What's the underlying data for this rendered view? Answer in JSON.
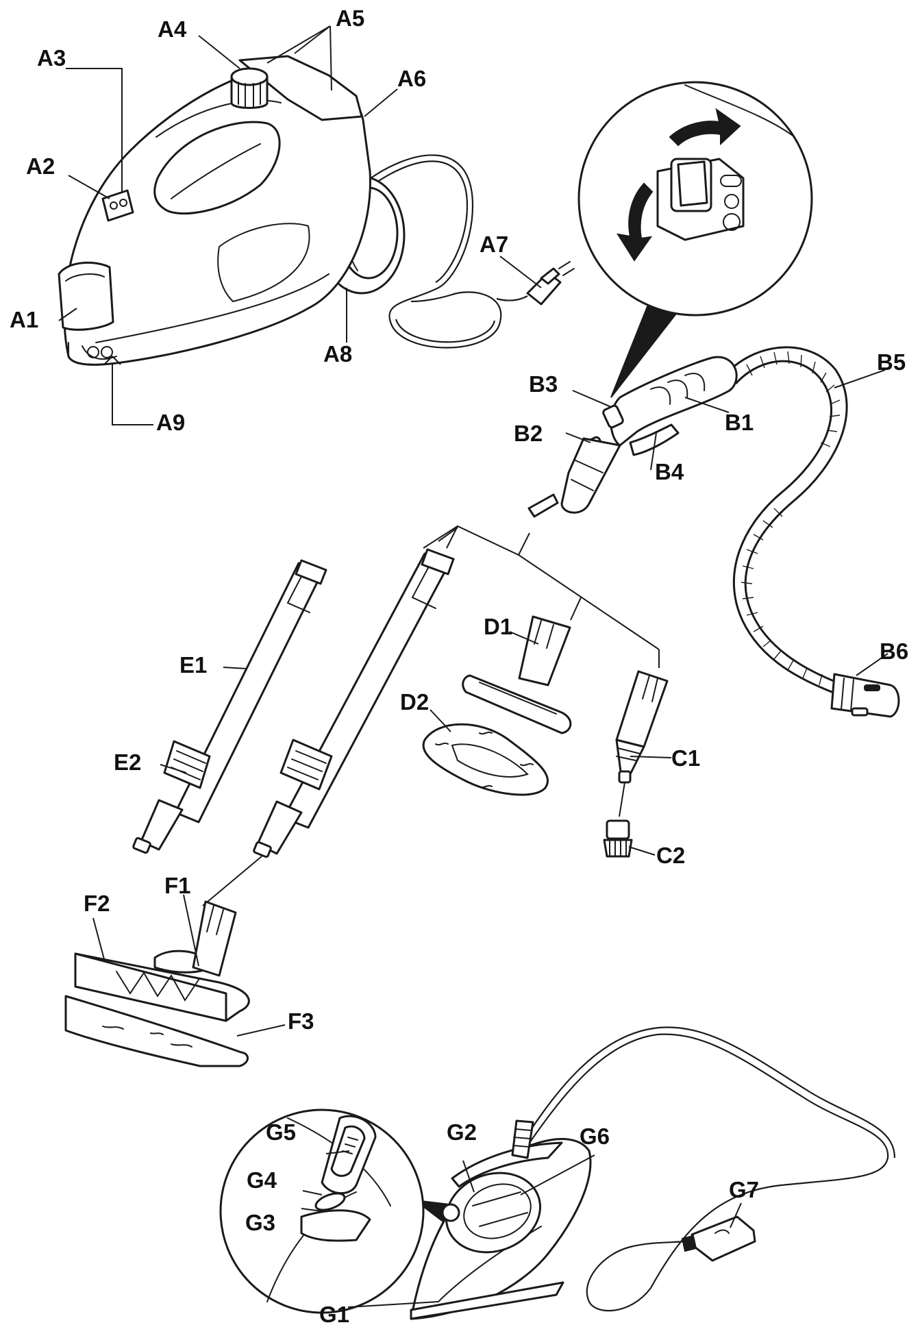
{
  "labels": {
    "A1": "A1",
    "A2": "A2",
    "A3": "A3",
    "A4": "A4",
    "A5": "A5",
    "A6": "A6",
    "A7": "A7",
    "A8": "A8",
    "A9": "A9",
    "B1": "B1",
    "B2": "B2",
    "B3": "B3",
    "B4": "B4",
    "B5": "B5",
    "B6": "B6",
    "C1": "C1",
    "C2": "C2",
    "D1": "D1",
    "D2": "D2",
    "E1": "E1",
    "E2": "E2",
    "F1": "F1",
    "F2": "F2",
    "F3": "F3",
    "G1": "G1",
    "G2": "G2",
    "G3": "G3",
    "G4": "G4",
    "G5": "G5",
    "G6": "G6",
    "G7": "G7"
  },
  "colors": {
    "line": "#1a1a1a",
    "background": "#ffffff"
  }
}
